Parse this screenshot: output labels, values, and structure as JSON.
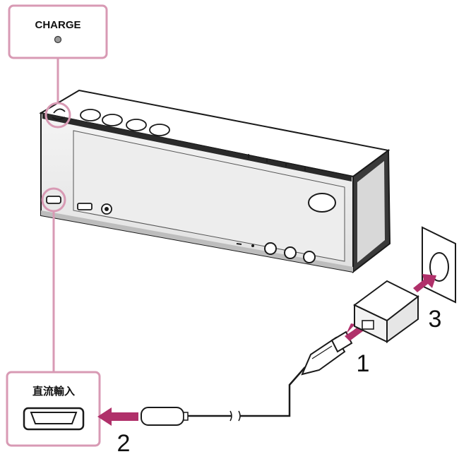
{
  "callouts": {
    "charge_label": "CHARGE",
    "dc_in_label": "直流輸入"
  },
  "steps": [
    "1",
    "2",
    "3"
  ],
  "colors": {
    "accent": "#b0306a",
    "callout_border": "#d89ab4",
    "line": "#1a1a1a"
  }
}
